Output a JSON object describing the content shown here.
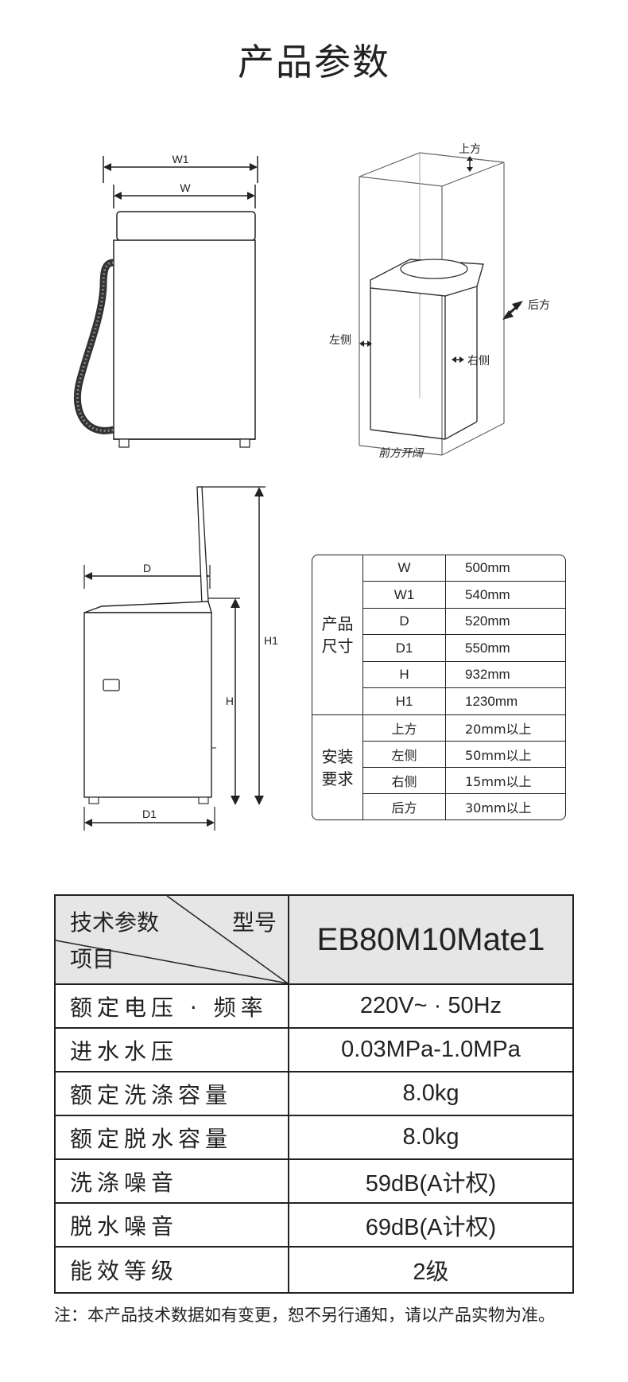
{
  "page_title": "产品参数",
  "front_view": {
    "w1": "W1",
    "w": "W"
  },
  "install_view": {
    "top": "上方",
    "back": "后方",
    "left": "左侧",
    "right": "右侧",
    "front": "前方开阔"
  },
  "side_view": {
    "d": "D",
    "d1": "D1",
    "h": "H",
    "h1": "H1"
  },
  "dimensions": {
    "product_group": "产品尺寸",
    "product_rows": [
      {
        "key": "W",
        "value": "500mm"
      },
      {
        "key": "W1",
        "value": "540mm"
      },
      {
        "key": "D",
        "value": "520mm"
      },
      {
        "key": "D1",
        "value": "550mm"
      },
      {
        "key": "H",
        "value": "932mm"
      },
      {
        "key": "H1",
        "value": "1230mm"
      }
    ],
    "install_group": "安装要求",
    "install_rows": [
      {
        "key": "上方",
        "value": "20mm以上"
      },
      {
        "key": "左侧",
        "value": "50mm以上"
      },
      {
        "key": "右侧",
        "value": "15mm以上"
      },
      {
        "key": "后方",
        "value": "30mm以上"
      }
    ]
  },
  "specs": {
    "header_tech": "技术参数",
    "header_model_label": "型号",
    "header_item": "项目",
    "model": "EB80M10Mate1",
    "rows": [
      {
        "label": "额定电压 · 频率",
        "value": "220V~ · 50Hz"
      },
      {
        "label": "进水水压",
        "value": "0.03MPa-1.0MPa"
      },
      {
        "label": "额定洗涤容量",
        "value": "8.0kg"
      },
      {
        "label": "额定脱水容量",
        "value": "8.0kg"
      },
      {
        "label": "洗涤噪音",
        "value": "59dB(A计权)"
      },
      {
        "label": "脱水噪音",
        "value": "69dB(A计权)"
      },
      {
        "label": "能效等级",
        "value": "2级"
      }
    ]
  },
  "note": "注：本产品技术数据如有变更，恕不另行通知，请以产品实物为准。"
}
